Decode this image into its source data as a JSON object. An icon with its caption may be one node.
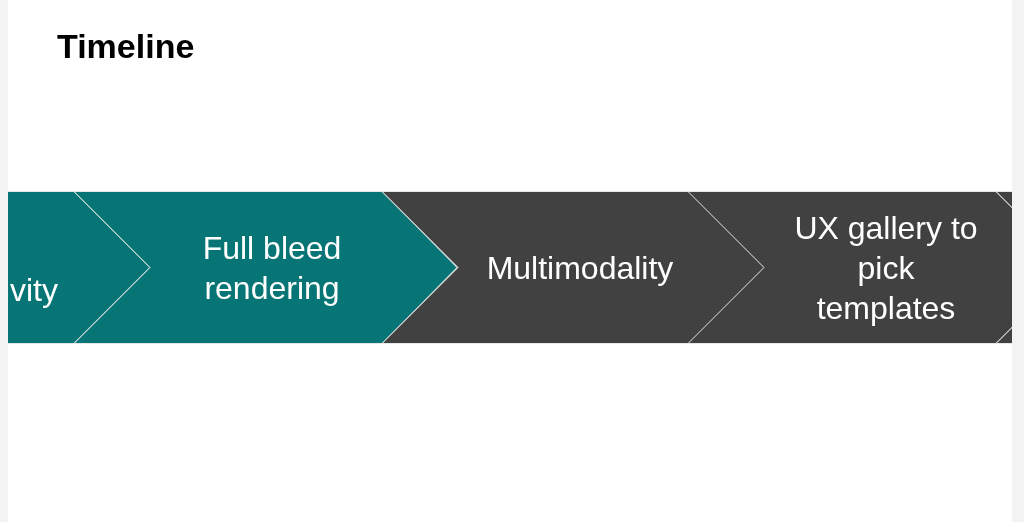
{
  "diagram": {
    "title": "Timeline",
    "nodes": [
      {
        "text": [
          "vity"
        ]
      },
      {
        "text": [
          "Full bleed rendering"
        ]
      },
      {
        "text": [
          "Multimodality"
        ]
      },
      {
        "text": [
          "UX gallery to pick templates"
        ]
      },
      {
        "text": [],
        "shape": "chevron"
      }
    ]
  }
}
